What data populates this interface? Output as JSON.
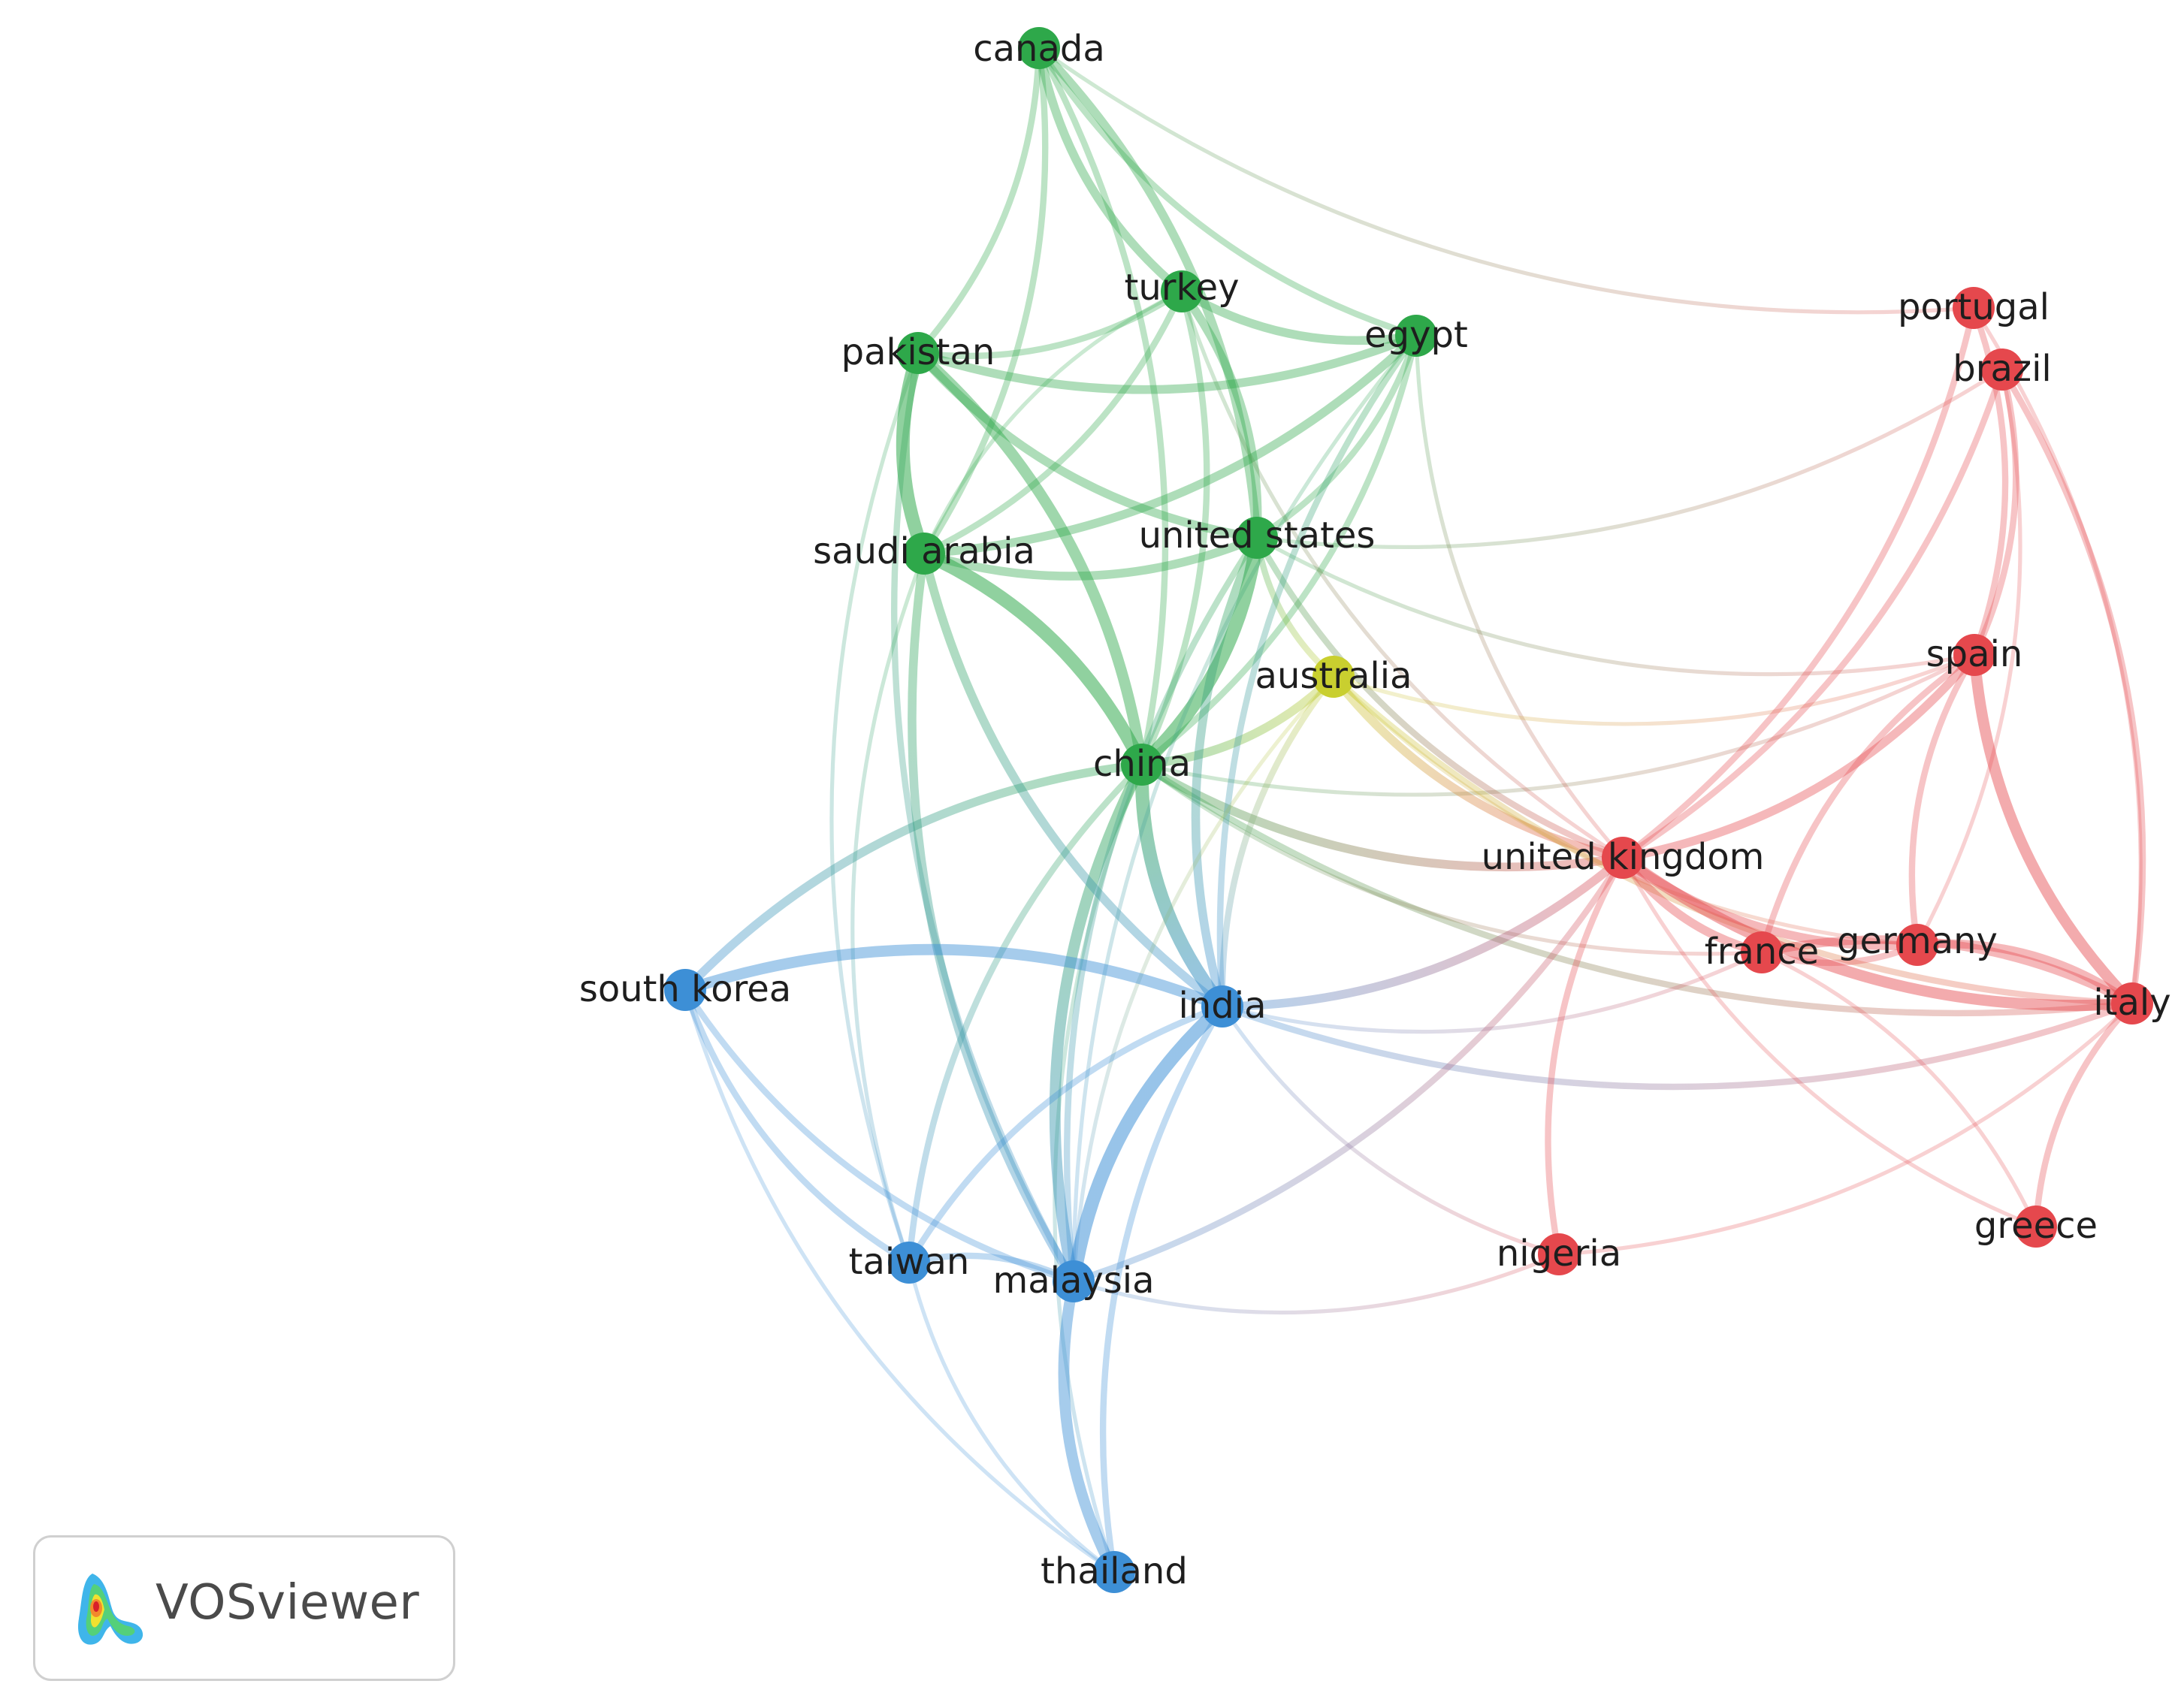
{
  "brand": {
    "name": "VOSviewer"
  },
  "cluster_colors": {
    "red": "#e5484d",
    "green": "#2ea84a",
    "blue": "#3d8fd6",
    "yellow": "#c9cf2f"
  },
  "nodes": [
    {
      "id": "canada",
      "label": "canada",
      "cluster": "green"
    },
    {
      "id": "turkey",
      "label": "turkey",
      "cluster": "green"
    },
    {
      "id": "pakistan",
      "label": "pakistan",
      "cluster": "green"
    },
    {
      "id": "egypt",
      "label": "egypt",
      "cluster": "green"
    },
    {
      "id": "saudi_arabia",
      "label": "saudi arabia",
      "cluster": "green"
    },
    {
      "id": "united_states",
      "label": "united states",
      "cluster": "green"
    },
    {
      "id": "china",
      "label": "china",
      "cluster": "green"
    },
    {
      "id": "australia",
      "label": "australia",
      "cluster": "yellow"
    },
    {
      "id": "portugal",
      "label": "portugal",
      "cluster": "red"
    },
    {
      "id": "brazil",
      "label": "brazil",
      "cluster": "red"
    },
    {
      "id": "spain",
      "label": "spain",
      "cluster": "red"
    },
    {
      "id": "united_kingdom",
      "label": "united kingdom",
      "cluster": "red"
    },
    {
      "id": "france",
      "label": "france",
      "cluster": "red"
    },
    {
      "id": "germany",
      "label": "germany",
      "cluster": "red"
    },
    {
      "id": "italy",
      "label": "italy",
      "cluster": "red"
    },
    {
      "id": "greece",
      "label": "greece",
      "cluster": "red"
    },
    {
      "id": "nigeria",
      "label": "nigeria",
      "cluster": "red"
    },
    {
      "id": "south_korea",
      "label": "south korea",
      "cluster": "blue"
    },
    {
      "id": "india",
      "label": "india",
      "cluster": "blue"
    },
    {
      "id": "taiwan",
      "label": "taiwan",
      "cluster": "blue"
    },
    {
      "id": "malaysia",
      "label": "malaysia",
      "cluster": "blue"
    },
    {
      "id": "thailand",
      "label": "thailand",
      "cluster": "blue"
    }
  ],
  "links": [
    [
      "china",
      "india",
      5
    ],
    [
      "china",
      "malaysia",
      4
    ],
    [
      "china",
      "saudi_arabia",
      5
    ],
    [
      "china",
      "pakistan",
      4
    ],
    [
      "china",
      "united_states",
      5
    ],
    [
      "china",
      "south_korea",
      3
    ],
    [
      "china",
      "australia",
      3
    ],
    [
      "china",
      "united_kingdom",
      3
    ],
    [
      "china",
      "turkey",
      2
    ],
    [
      "china",
      "egypt",
      2
    ],
    [
      "china",
      "canada",
      2
    ],
    [
      "china",
      "taiwan",
      2
    ],
    [
      "china",
      "italy",
      2
    ],
    [
      "china",
      "spain",
      1
    ],
    [
      "china",
      "thailand",
      1
    ],
    [
      "china",
      "france",
      1
    ],
    [
      "pakistan",
      "saudi_arabia",
      5
    ],
    [
      "pakistan",
      "united_states",
      3
    ],
    [
      "pakistan",
      "turkey",
      2
    ],
    [
      "pakistan",
      "egypt",
      3
    ],
    [
      "pakistan",
      "canada",
      2
    ],
    [
      "pakistan",
      "malaysia",
      2
    ],
    [
      "pakistan",
      "taiwan",
      1
    ],
    [
      "saudi_arabia",
      "egypt",
      3
    ],
    [
      "saudi_arabia",
      "united_states",
      3
    ],
    [
      "saudi_arabia",
      "turkey",
      2
    ],
    [
      "saudi_arabia",
      "malaysia",
      3
    ],
    [
      "saudi_arabia",
      "india",
      3
    ],
    [
      "saudi_arabia",
      "canada",
      2
    ],
    [
      "saudi_arabia",
      "taiwan",
      1
    ],
    [
      "united_states",
      "canada",
      3
    ],
    [
      "united_states",
      "turkey",
      3
    ],
    [
      "united_states",
      "egypt",
      2
    ],
    [
      "united_states",
      "india",
      3
    ],
    [
      "united_states",
      "australia",
      2
    ],
    [
      "united_states",
      "united_kingdom",
      2
    ],
    [
      "united_states",
      "malaysia",
      2
    ],
    [
      "united_states",
      "spain",
      1
    ],
    [
      "united_states",
      "brazil",
      1
    ],
    [
      "canada",
      "turkey",
      3
    ],
    [
      "canada",
      "egypt",
      2
    ],
    [
      "canada",
      "portugal",
      1
    ],
    [
      "turkey",
      "egypt",
      3
    ],
    [
      "turkey",
      "saudi_arabia",
      1
    ],
    [
      "turkey",
      "united_kingdom",
      1
    ],
    [
      "egypt",
      "india",
      2
    ],
    [
      "egypt",
      "united_kingdom",
      1
    ],
    [
      "egypt",
      "malaysia",
      1
    ],
    [
      "australia",
      "united_kingdom",
      3
    ],
    [
      "australia",
      "india",
      2
    ],
    [
      "australia",
      "malaysia",
      1
    ],
    [
      "australia",
      "italy",
      2
    ],
    [
      "australia",
      "spain",
      1
    ],
    [
      "australia",
      "germany",
      1
    ],
    [
      "india",
      "south_korea",
      4
    ],
    [
      "india",
      "malaysia",
      5
    ],
    [
      "india",
      "thailand",
      2
    ],
    [
      "india",
      "taiwan",
      2
    ],
    [
      "india",
      "united_kingdom",
      3
    ],
    [
      "india",
      "italy",
      2
    ],
    [
      "india",
      "france",
      1
    ],
    [
      "india",
      "nigeria",
      1
    ],
    [
      "south_korea",
      "taiwan",
      2
    ],
    [
      "south_korea",
      "malaysia",
      2
    ],
    [
      "south_korea",
      "thailand",
      1
    ],
    [
      "malaysia",
      "taiwan",
      2
    ],
    [
      "malaysia",
      "thailand",
      4
    ],
    [
      "malaysia",
      "united_kingdom",
      2
    ],
    [
      "malaysia",
      "nigeria",
      1
    ],
    [
      "taiwan",
      "thailand",
      1
    ],
    [
      "united_kingdom",
      "spain",
      3
    ],
    [
      "united_kingdom",
      "italy",
      4
    ],
    [
      "united_kingdom",
      "france",
      3
    ],
    [
      "united_kingdom",
      "germany",
      3
    ],
    [
      "united_kingdom",
      "brazil",
      2
    ],
    [
      "united_kingdom",
      "portugal",
      2
    ],
    [
      "united_kingdom",
      "nigeria",
      2
    ],
    [
      "united_kingdom",
      "greece",
      1
    ],
    [
      "spain",
      "italy",
      4
    ],
    [
      "spain",
      "portugal",
      2
    ],
    [
      "spain",
      "brazil",
      2
    ],
    [
      "spain",
      "germany",
      2
    ],
    [
      "spain",
      "france",
      2
    ],
    [
      "italy",
      "greece",
      2
    ],
    [
      "italy",
      "germany",
      3
    ],
    [
      "italy",
      "france",
      3
    ],
    [
      "italy",
      "brazil",
      2
    ],
    [
      "italy",
      "portugal",
      1
    ],
    [
      "france",
      "germany",
      2
    ],
    [
      "germany",
      "brazil",
      1
    ],
    [
      "greece",
      "france",
      1
    ],
    [
      "nigeria",
      "italy",
      1
    ]
  ]
}
